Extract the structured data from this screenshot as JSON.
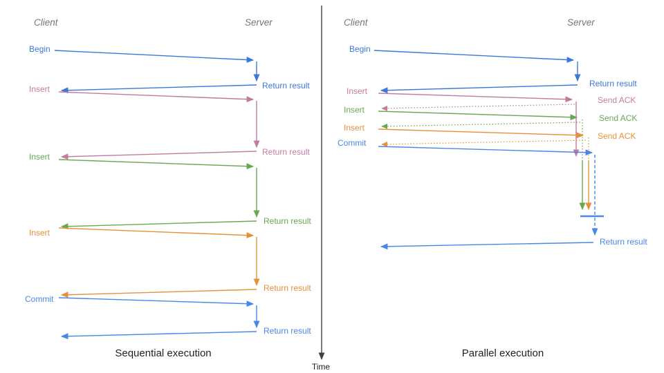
{
  "colors": {
    "begin_blue": "#3c78d8",
    "commit_blue": "#4a86e8",
    "insert_pink": "#c27ba0",
    "insert_green": "#6aa84f",
    "insert_orange": "#e69138",
    "lane_header_gray": "#757575",
    "time_axis_dark": "#424242"
  },
  "time_axis": {
    "label": "Time"
  },
  "sequential": {
    "title": "Sequential execution",
    "client_header": "Client",
    "server_header": "Server",
    "requests": [
      "Begin",
      "Insert",
      "Insert",
      "Insert",
      "Commit"
    ],
    "responses": [
      "Return result",
      "Return result",
      "Return result",
      "Return result",
      "Return result"
    ]
  },
  "parallel": {
    "title": "Parallel execution",
    "client_header": "Client",
    "server_header": "Server",
    "requests": [
      "Begin",
      "Insert",
      "Insert",
      "Insert",
      "Commit"
    ],
    "responses": [
      "Return result",
      "Send ACK",
      "Send ACK",
      "Send ACK",
      "Return result"
    ]
  }
}
